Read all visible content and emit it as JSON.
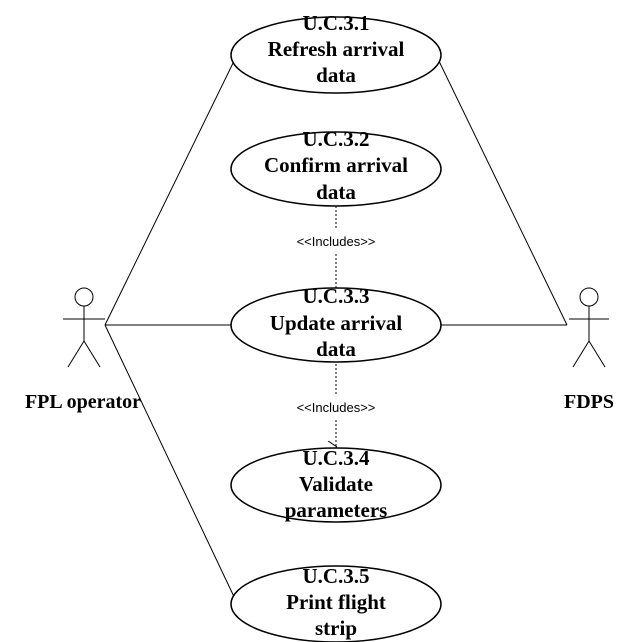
{
  "actors": {
    "left": {
      "name": "FPL operator"
    },
    "right": {
      "name": "FDPS"
    }
  },
  "use_cases": [
    {
      "id": "U.C.3.1",
      "lines": [
        "Refresh arrival",
        "data"
      ]
    },
    {
      "id": "U.C.3.2",
      "lines": [
        "Confirm arrival",
        "data"
      ]
    },
    {
      "id": "U.C.3.3",
      "lines": [
        "Update arrival",
        "data"
      ]
    },
    {
      "id": "U.C.3.4",
      "lines": [
        "Validate",
        "parameters"
      ]
    },
    {
      "id": "U.C.3.5",
      "lines": [
        "Print flight",
        "strip"
      ]
    }
  ],
  "relations": {
    "include_upper": "<<Includes>>",
    "include_lower": "<<Includes>>"
  }
}
